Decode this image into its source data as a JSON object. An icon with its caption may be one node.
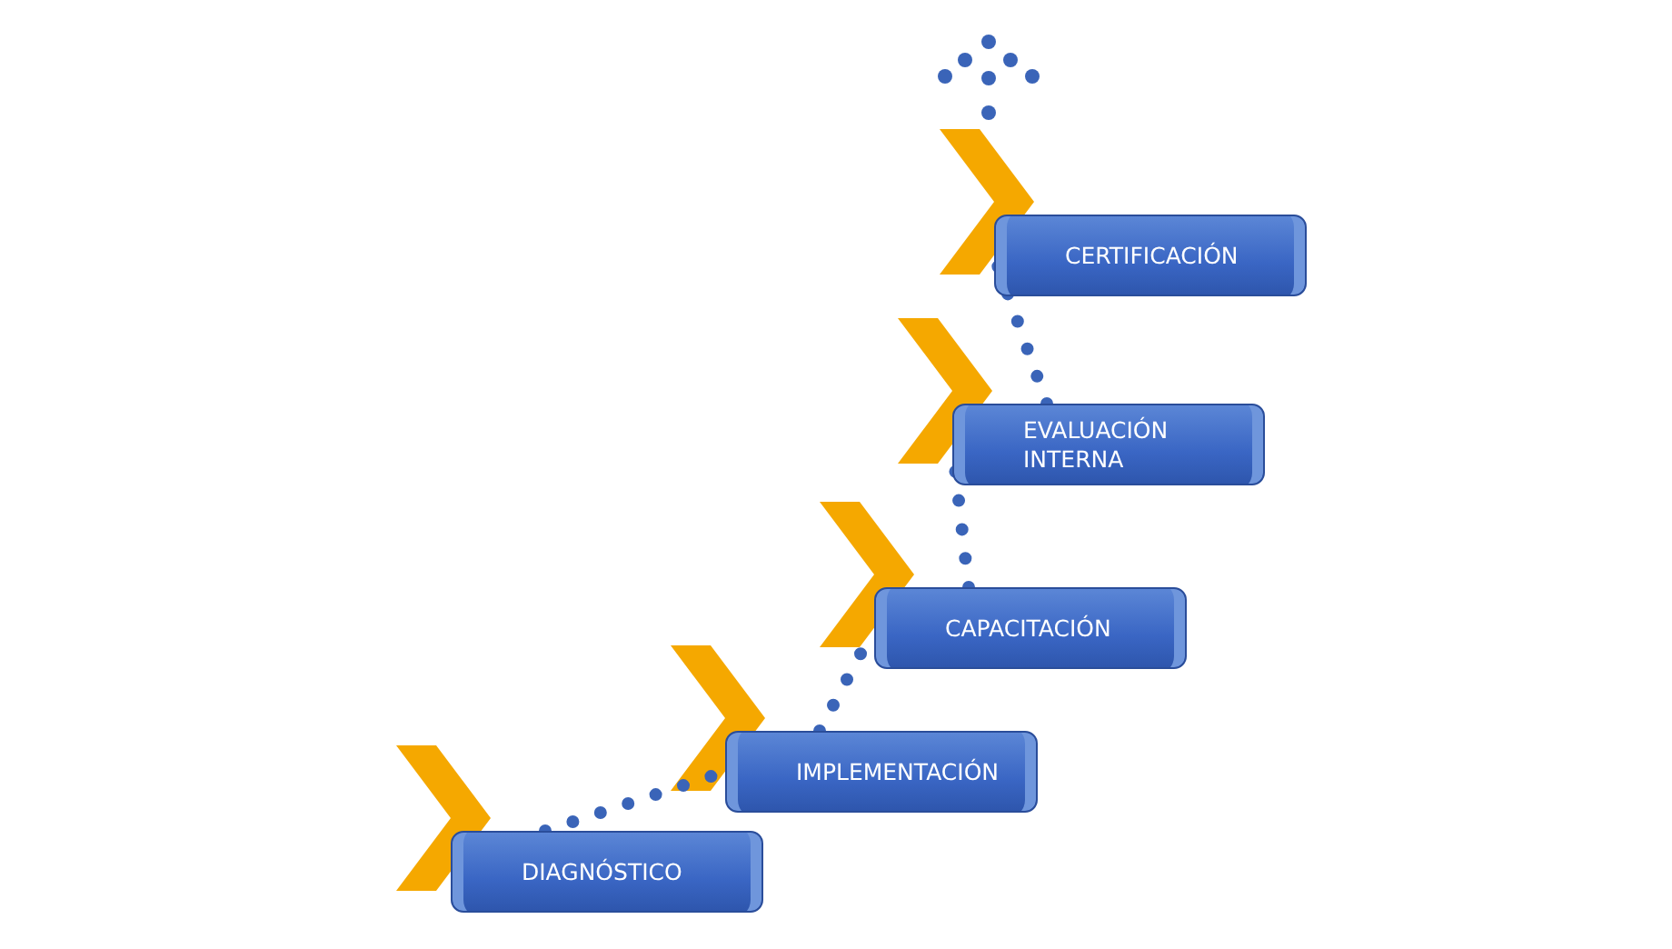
{
  "diagram": {
    "nodes": [
      {
        "text": [
          "DIAGNÓSTICO"
        ]
      },
      {
        "text": [
          "IMPLEMENTACIÓN"
        ]
      },
      {
        "text": [
          "CAPACITACIÓN"
        ]
      },
      {
        "text": [
          "EVALUACIÓN INTERNA"
        ]
      },
      {
        "text": [
          "CERTIFICACIÓN"
        ]
      }
    ],
    "edges": [
      {
        "from": 0,
        "to": 1,
        "arrow": "none",
        "style": "dashed"
      },
      {
        "from": 1,
        "to": 2,
        "arrow": "none",
        "style": "dashed"
      },
      {
        "from": 2,
        "to": 3,
        "arrow": "none",
        "style": "dashed"
      },
      {
        "from": 3,
        "to": 4,
        "arrow": "none",
        "style": "dashed"
      }
    ]
  }
}
